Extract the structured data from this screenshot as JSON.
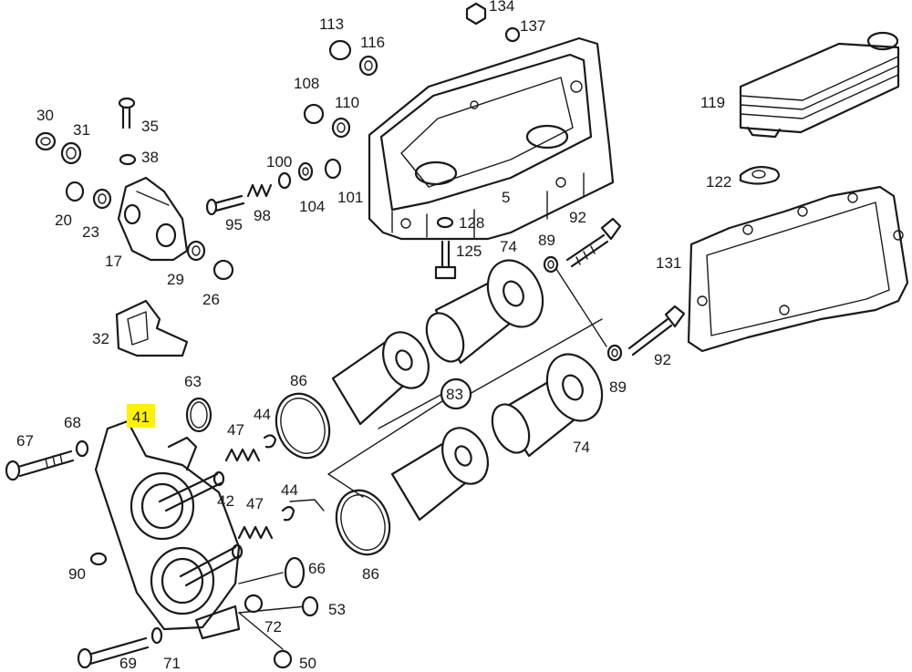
{
  "parts": [
    {
      "id": "p134",
      "label": "134"
    },
    {
      "id": "p137",
      "label": "137"
    },
    {
      "id": "p113",
      "label": "113"
    },
    {
      "id": "p116",
      "label": "116"
    },
    {
      "id": "p108",
      "label": "108"
    },
    {
      "id": "p110",
      "label": "110"
    },
    {
      "id": "p30",
      "label": "30"
    },
    {
      "id": "p31",
      "label": "31"
    },
    {
      "id": "p35",
      "label": "35"
    },
    {
      "id": "p38",
      "label": "38"
    },
    {
      "id": "p100",
      "label": "100"
    },
    {
      "id": "p104",
      "label": "104"
    },
    {
      "id": "p101",
      "label": "101"
    },
    {
      "id": "p5",
      "label": "5"
    },
    {
      "id": "p119",
      "label": "119"
    },
    {
      "id": "p122",
      "label": "122"
    },
    {
      "id": "p20",
      "label": "20"
    },
    {
      "id": "p23",
      "label": "23"
    },
    {
      "id": "p95",
      "label": "95"
    },
    {
      "id": "p98",
      "label": "98"
    },
    {
      "id": "p128",
      "label": "128"
    },
    {
      "id": "p125",
      "label": "125"
    },
    {
      "id": "p17",
      "label": "17"
    },
    {
      "id": "p29",
      "label": "29"
    },
    {
      "id": "p26",
      "label": "26"
    },
    {
      "id": "p92a",
      "label": "92"
    },
    {
      "id": "p89a",
      "label": "89"
    },
    {
      "id": "p74a",
      "label": "74"
    },
    {
      "id": "p131",
      "label": "131"
    },
    {
      "id": "p32",
      "label": "32"
    },
    {
      "id": "p92b",
      "label": "92"
    },
    {
      "id": "p89b",
      "label": "89"
    },
    {
      "id": "p63",
      "label": "63"
    },
    {
      "id": "p86a",
      "label": "86"
    },
    {
      "id": "p83",
      "label": "83"
    },
    {
      "id": "p41",
      "label": "41"
    },
    {
      "id": "p68",
      "label": "68"
    },
    {
      "id": "p44a",
      "label": "44"
    },
    {
      "id": "p47a",
      "label": "47"
    },
    {
      "id": "p67",
      "label": "67"
    },
    {
      "id": "p74b",
      "label": "74"
    },
    {
      "id": "p42",
      "label": "42"
    },
    {
      "id": "p44b",
      "label": "44"
    },
    {
      "id": "p47b",
      "label": "47"
    },
    {
      "id": "p90",
      "label": "90"
    },
    {
      "id": "p66",
      "label": "66"
    },
    {
      "id": "p86b",
      "label": "86"
    },
    {
      "id": "p53",
      "label": "53"
    },
    {
      "id": "p72",
      "label": "72"
    },
    {
      "id": "p69",
      "label": "69"
    },
    {
      "id": "p71",
      "label": "71"
    },
    {
      "id": "p50",
      "label": "50"
    }
  ],
  "highlight": {
    "label": "41",
    "color": "#fff200"
  }
}
